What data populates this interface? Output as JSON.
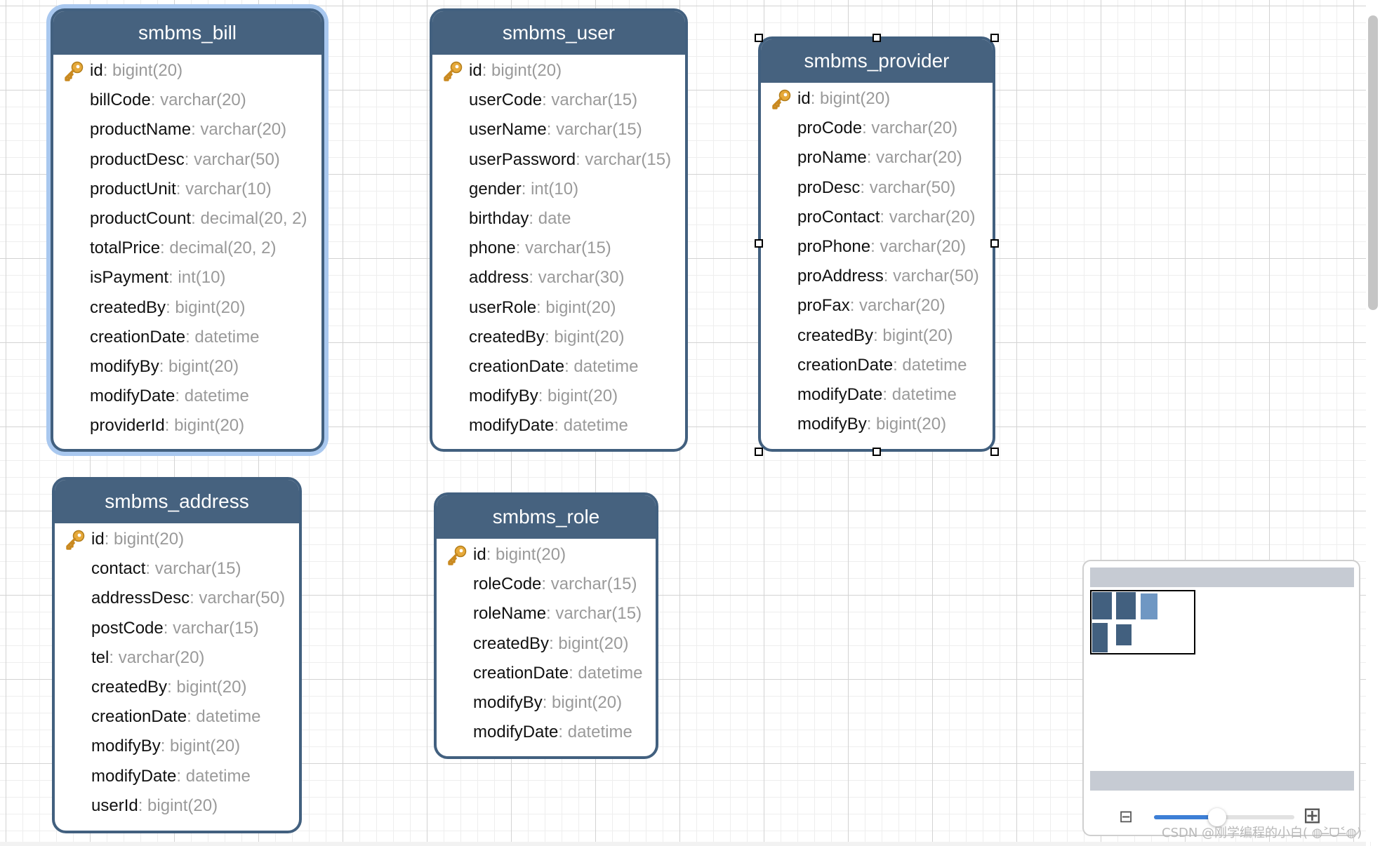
{
  "tables": [
    {
      "name": "smbms_bill",
      "fields": [
        {
          "name": "id",
          "type": "bigint(20)",
          "pk": true
        },
        {
          "name": "billCode",
          "type": "varchar(20)"
        },
        {
          "name": "productName",
          "type": "varchar(20)"
        },
        {
          "name": "productDesc",
          "type": "varchar(50)"
        },
        {
          "name": "productUnit",
          "type": "varchar(10)"
        },
        {
          "name": "productCount",
          "type": "decimal(20, 2)"
        },
        {
          "name": "totalPrice",
          "type": "decimal(20, 2)"
        },
        {
          "name": "isPayment",
          "type": "int(10)"
        },
        {
          "name": "createdBy",
          "type": "bigint(20)"
        },
        {
          "name": "creationDate",
          "type": "datetime"
        },
        {
          "name": "modifyBy",
          "type": "bigint(20)"
        },
        {
          "name": "modifyDate",
          "type": "datetime"
        },
        {
          "name": "providerId",
          "type": "bigint(20)"
        }
      ]
    },
    {
      "name": "smbms_user",
      "fields": [
        {
          "name": "id",
          "type": "bigint(20)",
          "pk": true
        },
        {
          "name": "userCode",
          "type": "varchar(15)"
        },
        {
          "name": "userName",
          "type": "varchar(15)"
        },
        {
          "name": "userPassword",
          "type": "varchar(15)"
        },
        {
          "name": "gender",
          "type": "int(10)"
        },
        {
          "name": "birthday",
          "type": "date"
        },
        {
          "name": "phone",
          "type": "varchar(15)"
        },
        {
          "name": "address",
          "type": "varchar(30)"
        },
        {
          "name": "userRole",
          "type": "bigint(20)"
        },
        {
          "name": "createdBy",
          "type": "bigint(20)"
        },
        {
          "name": "creationDate",
          "type": "datetime"
        },
        {
          "name": "modifyBy",
          "type": "bigint(20)"
        },
        {
          "name": "modifyDate",
          "type": "datetime"
        }
      ]
    },
    {
      "name": "smbms_provider",
      "selected": true,
      "fields": [
        {
          "name": "id",
          "type": "bigint(20)",
          "pk": true
        },
        {
          "name": "proCode",
          "type": "varchar(20)"
        },
        {
          "name": "proName",
          "type": "varchar(20)"
        },
        {
          "name": "proDesc",
          "type": "varchar(50)"
        },
        {
          "name": "proContact",
          "type": "varchar(20)"
        },
        {
          "name": "proPhone",
          "type": "varchar(20)"
        },
        {
          "name": "proAddress",
          "type": "varchar(50)"
        },
        {
          "name": "proFax",
          "type": "varchar(20)"
        },
        {
          "name": "createdBy",
          "type": "bigint(20)"
        },
        {
          "name": "creationDate",
          "type": "datetime"
        },
        {
          "name": "modifyDate",
          "type": "datetime"
        },
        {
          "name": "modifyBy",
          "type": "bigint(20)"
        }
      ]
    },
    {
      "name": "smbms_address",
      "fields": [
        {
          "name": "id",
          "type": "bigint(20)",
          "pk": true
        },
        {
          "name": "contact",
          "type": "varchar(15)"
        },
        {
          "name": "addressDesc",
          "type": "varchar(50)"
        },
        {
          "name": "postCode",
          "type": "varchar(15)"
        },
        {
          "name": "tel",
          "type": "varchar(20)"
        },
        {
          "name": "createdBy",
          "type": "bigint(20)"
        },
        {
          "name": "creationDate",
          "type": "datetime"
        },
        {
          "name": "modifyBy",
          "type": "bigint(20)"
        },
        {
          "name": "modifyDate",
          "type": "datetime"
        },
        {
          "name": "userId",
          "type": "bigint(20)"
        }
      ]
    },
    {
      "name": "smbms_role",
      "fields": [
        {
          "name": "id",
          "type": "bigint(20)",
          "pk": true
        },
        {
          "name": "roleCode",
          "type": "varchar(15)"
        },
        {
          "name": "roleName",
          "type": "varchar(15)"
        },
        {
          "name": "createdBy",
          "type": "bigint(20)"
        },
        {
          "name": "creationDate",
          "type": "datetime"
        },
        {
          "name": "modifyBy",
          "type": "bigint(20)"
        },
        {
          "name": "modifyDate",
          "type": "datetime"
        }
      ]
    }
  ],
  "field_separator": ": ",
  "icons": {
    "primary_key": "key-icon",
    "zoom_out": "zoom-out-icon",
    "zoom_in": "zoom-in-icon"
  },
  "colors": {
    "header": "#46627f",
    "border": "#42607f",
    "selection_glow": "#a9c8ef",
    "key": "#e6a93a",
    "field_type": "#9a9a9a",
    "zoom_fill": "#3d7fd6"
  },
  "minimap": {
    "zoom_level": 0.45
  },
  "watermark": "CSDN @刚学编程的小白( ◍˃̶ᗜ˂̶◍)"
}
